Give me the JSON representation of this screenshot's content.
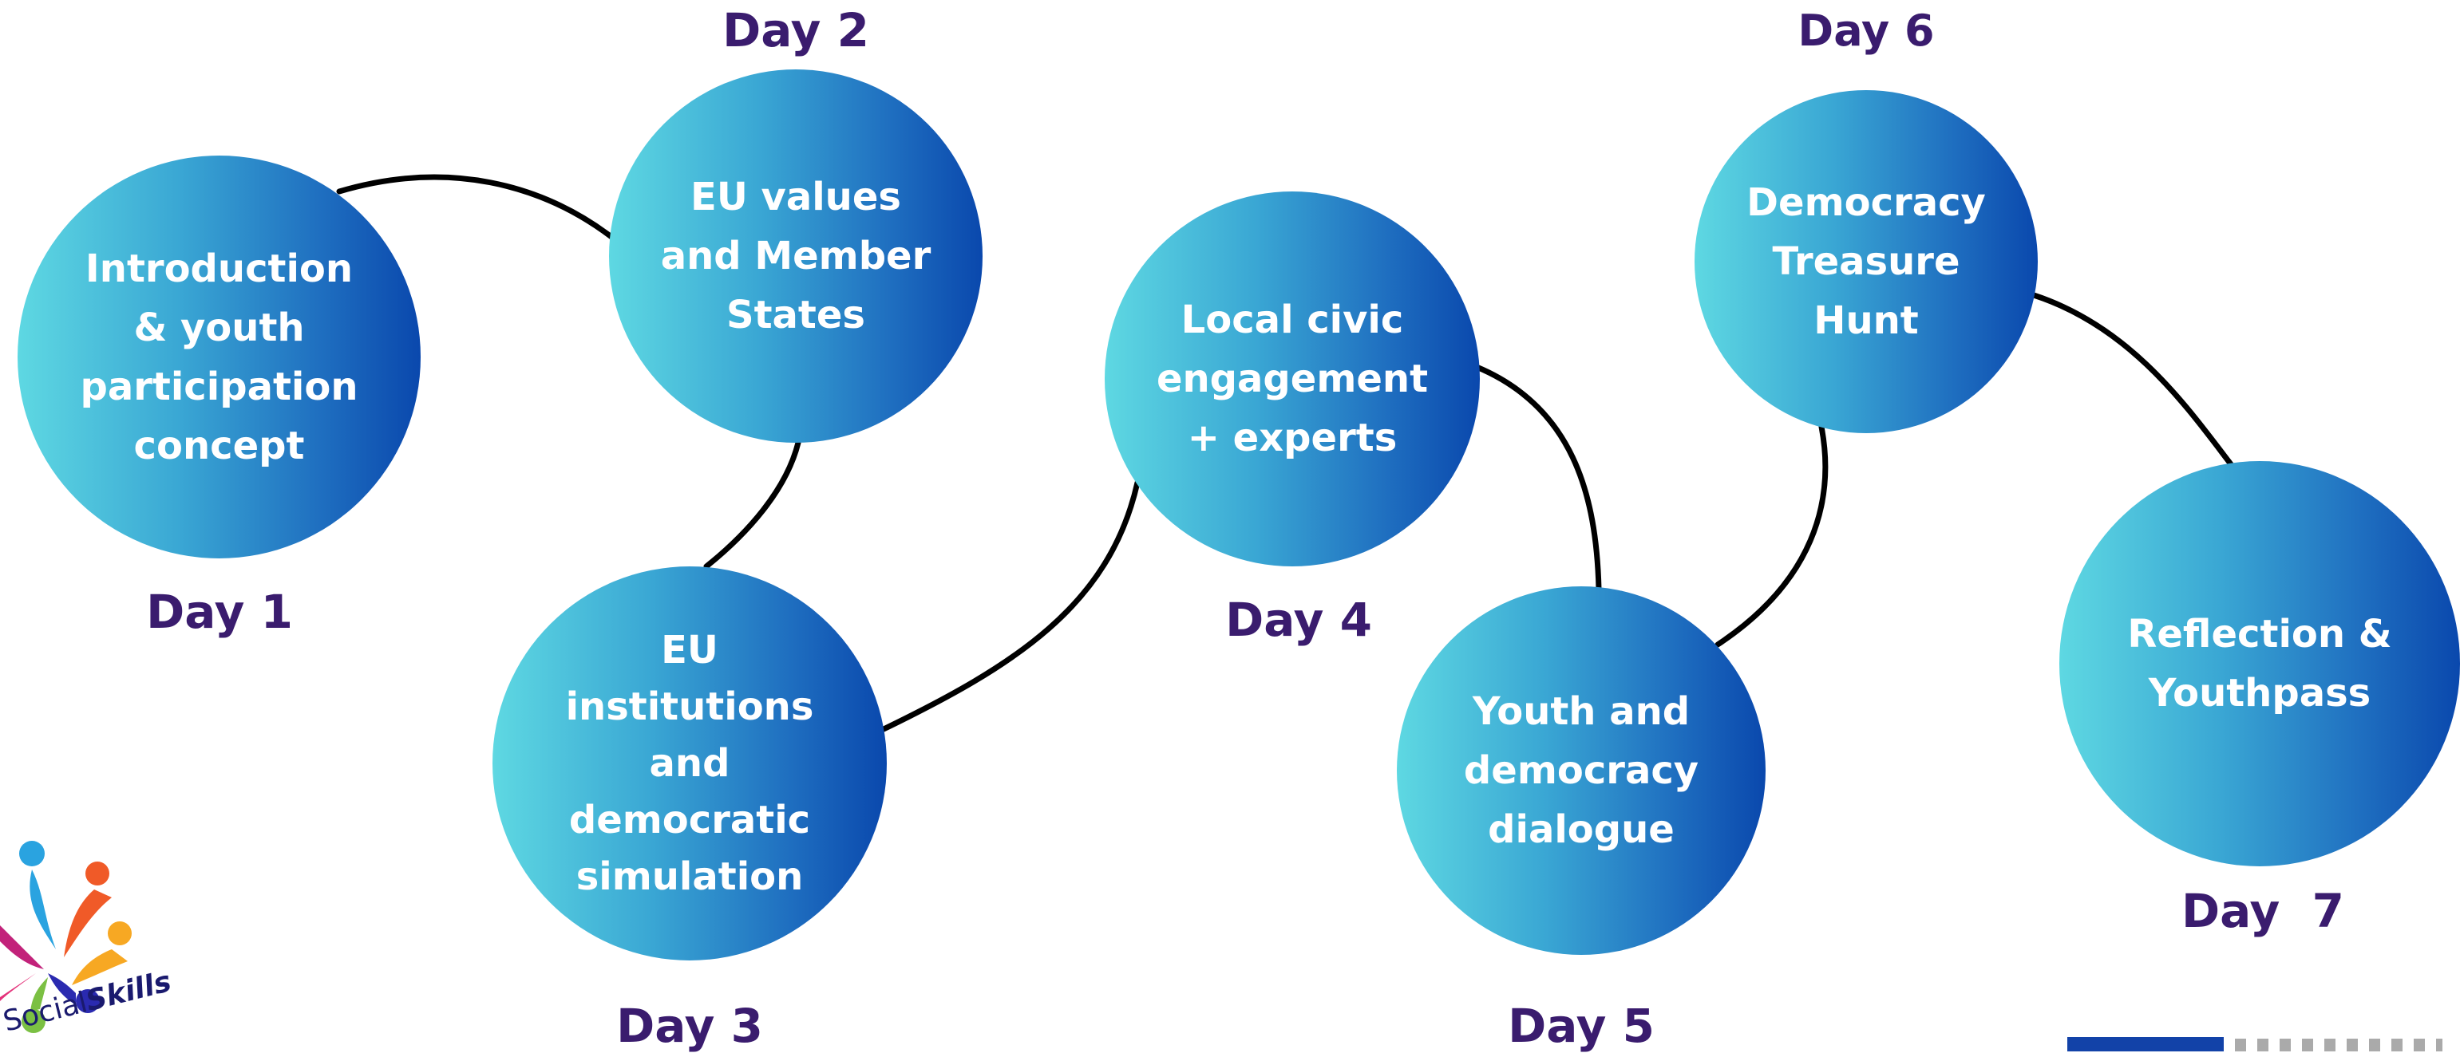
{
  "colors": {
    "circle_gradient_start": "#5ed8e2",
    "circle_gradient_end": "#0a48ad",
    "day_label": "#3a1c6e",
    "connector": "#000000"
  },
  "days": [
    {
      "label": "Day 1",
      "topic": "Introduction\n& youth\nparticipation\nconcept"
    },
    {
      "label": "Day 2",
      "topic": "EU values\nand Member\nStates"
    },
    {
      "label": "Day 3",
      "topic": "EU\ninstitutions\nand\ndemocratic\nsimulation"
    },
    {
      "label": "Day 4",
      "topic": "Local civic\nengagement\n+ experts"
    },
    {
      "label": "Day 5",
      "topic": "Youth and\ndemocracy\ndialogue"
    },
    {
      "label": "Day 6",
      "topic": "Democracy\nTreasure\nHunt"
    },
    {
      "label": "Day  7",
      "topic": "Reflection &\nYouthpass"
    }
  ],
  "logo": {
    "text_regular": "Social",
    "text_bold": "Skills",
    "icon": "people-circle-logo-icon"
  },
  "footer_flag": {
    "icon": "eu-flag-icon"
  }
}
